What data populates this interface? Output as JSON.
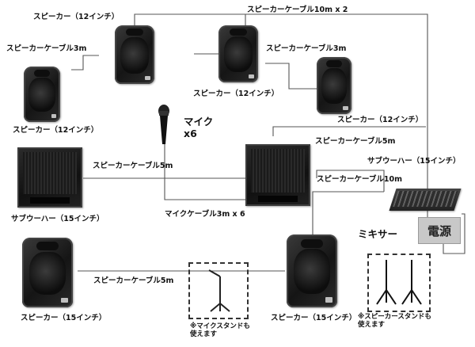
{
  "speakers": {
    "speaker_12_top_left": "スピーカー（12インチ）",
    "speaker_12_left": "スピーカー（12インチ）",
    "speaker_12_top_mid": "スピーカー（12インチ）",
    "speaker_12_right": "スピーカー（12インチ）",
    "subwoofer_left": "サブウーハー（15インチ）",
    "subwoofer_center": "サブウーハー（15インチ）",
    "speaker_15_left": "スピーカー（15インチ）",
    "speaker_15_right": "スピーカー（15インチ）"
  },
  "cables": {
    "top_long": "スピーカーケーブル10m x 2",
    "left_3m": "スピーカーケーブル3m",
    "mid_3m": "スピーカーケーブル3m",
    "center_5m": "スピーカーケーブル5m",
    "sub_left_5m": "スピーカーケーブル5m",
    "mixer_10m": "スピーカーケーブル10m",
    "bottom_5m": "スピーカーケーブル5m",
    "mic_cable": "マイクケーブル3m x 6"
  },
  "mic": {
    "label": "マイク",
    "count": "x6"
  },
  "mixer": {
    "label": "ミキサー"
  },
  "power": {
    "label": "電源"
  },
  "notes": {
    "mic_stand": "※マイクスタンドも\n使えます",
    "speaker_stand": "※スピーカースタンドも\n使えます"
  },
  "icon_names": [
    "speaker-icon",
    "subwoofer-icon",
    "microphone-icon",
    "mixer-icon",
    "mic-stand-icon",
    "speaker-stand-icon"
  ]
}
